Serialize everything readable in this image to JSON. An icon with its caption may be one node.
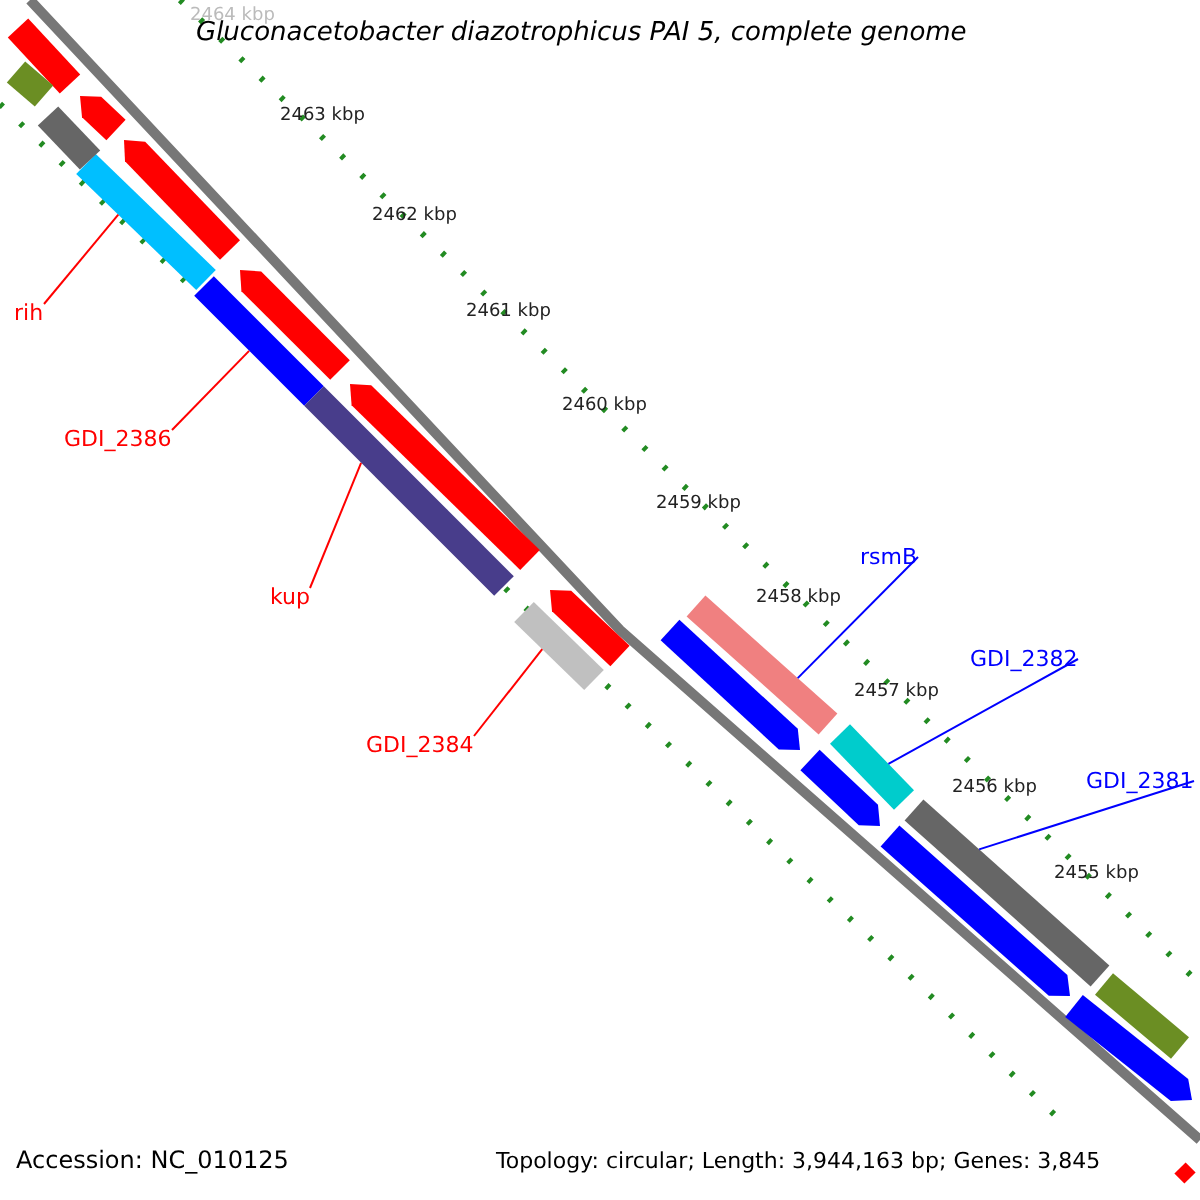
{
  "diagram": {
    "title": "Gluconacetobacter diazotrophicus PAI 5, complete genome",
    "nodes": [
      {
        "text": [
          "rih"
        ]
      },
      {
        "text": [
          "GDI_2386"
        ]
      },
      {
        "text": [
          "kup"
        ]
      },
      {
        "text": [
          "GDI_2384"
        ]
      },
      {
        "text": [
          "rsmB"
        ]
      },
      {
        "text": [
          "GDI_2382"
        ]
      },
      {
        "text": [
          "GDI_2381"
        ]
      },
      {
        "text": [],
        "shape": "bar"
      },
      {
        "text": [],
        "shape": "bar"
      },
      {
        "text": [],
        "shape": "bar"
      },
      {
        "text": [],
        "shape": "bar"
      },
      {
        "text": [],
        "shape": "bar"
      },
      {
        "text": [],
        "shape": "bar"
      },
      {
        "text": [],
        "shape": "bar"
      },
      {
        "text": [],
        "shape": "bar"
      },
      {
        "text": [],
        "shape": "bar"
      },
      {
        "text": [],
        "shape": "bar"
      },
      {
        "text": [],
        "shape": "bar"
      },
      {
        "text": [],
        "shape": "bar"
      },
      {
        "text": [],
        "shape": "bar"
      },
      {
        "text": [],
        "shape": "bar"
      },
      {
        "text": [],
        "shape": "bar"
      },
      {
        "text": [],
        "shape": "bar"
      },
      {
        "text": [],
        "shape": "bar"
      },
      {
        "text": [],
        "shape": "bar"
      },
      {
        "text": [],
        "shape": "bar"
      },
      {
        "text": [],
        "shape": "bar"
      },
      {
        "text": [],
        "shape": "bar"
      }
    ],
    "edges": [
      {
        "from": 0,
        "to": 7,
        "arrow": "none"
      },
      {
        "from": 1,
        "to": 8,
        "arrow": "none"
      },
      {
        "from": 2,
        "to": 9,
        "arrow": "none"
      },
      {
        "from": 3,
        "to": 10,
        "arrow": "none"
      },
      {
        "from": 4,
        "to": 11,
        "arrow": "none",
        "color": "#0000ff"
      },
      {
        "from": 5,
        "to": 12,
        "arrow": "none",
        "color": "#0000ff"
      },
      {
        "from": 6,
        "to": 13,
        "arrow": "none",
        "color": "#0000ff"
      }
    ],
    "labels": [
      "2464 kbp",
      "2463 kbp",
      "2462 kbp",
      "2461 kbp",
      "2460 kbp",
      "2459 kbp",
      "2458 kbp",
      "2457 kbp",
      "2456 kbp",
      "2455 kbp",
      "Accession: NC_010125",
      "Topology: circular; Length: 3,944,163 bp; Genes: 3,845"
    ]
  }
}
